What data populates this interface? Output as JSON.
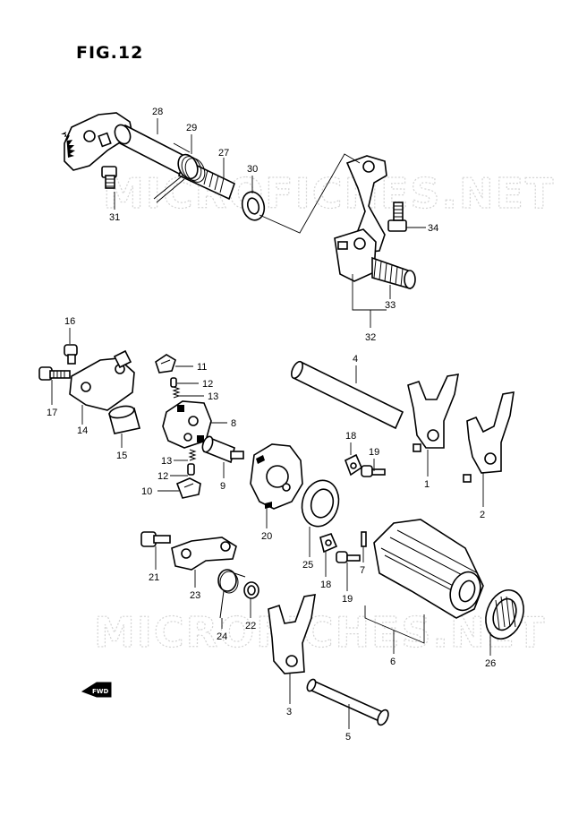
{
  "figure": {
    "title": "FIG.12"
  },
  "watermark": {
    "text": "MICROFICHES.NET"
  },
  "fwd_label": "FWD",
  "callouts": [
    {
      "id": "28",
      "label": "28"
    },
    {
      "id": "29",
      "label": "29"
    },
    {
      "id": "27",
      "label": "27"
    },
    {
      "id": "30",
      "label": "30"
    },
    {
      "id": "31",
      "label": "31"
    },
    {
      "id": "34",
      "label": "34"
    },
    {
      "id": "33",
      "label": "33"
    },
    {
      "id": "32",
      "label": "32"
    },
    {
      "id": "16",
      "label": "16"
    },
    {
      "id": "17",
      "label": "17"
    },
    {
      "id": "14",
      "label": "14"
    },
    {
      "id": "15",
      "label": "15"
    },
    {
      "id": "11",
      "label": "11"
    },
    {
      "id": "12a",
      "label": "12"
    },
    {
      "id": "13a",
      "label": "13"
    },
    {
      "id": "8",
      "label": "8"
    },
    {
      "id": "13b",
      "label": "13"
    },
    {
      "id": "12b",
      "label": "12"
    },
    {
      "id": "10",
      "label": "10"
    },
    {
      "id": "9",
      "label": "9"
    },
    {
      "id": "20",
      "label": "20"
    },
    {
      "id": "4",
      "label": "4"
    },
    {
      "id": "18a",
      "label": "18"
    },
    {
      "id": "19a",
      "label": "19"
    },
    {
      "id": "1",
      "label": "1"
    },
    {
      "id": "2",
      "label": "2"
    },
    {
      "id": "25",
      "label": "25"
    },
    {
      "id": "18b",
      "label": "18"
    },
    {
      "id": "19b",
      "label": "19"
    },
    {
      "id": "7",
      "label": "7"
    },
    {
      "id": "21",
      "label": "21"
    },
    {
      "id": "23",
      "label": "23"
    },
    {
      "id": "22",
      "label": "22"
    },
    {
      "id": "24",
      "label": "24"
    },
    {
      "id": "6",
      "label": "6"
    },
    {
      "id": "26",
      "label": "26"
    },
    {
      "id": "3",
      "label": "3"
    },
    {
      "id": "5",
      "label": "5"
    }
  ]
}
